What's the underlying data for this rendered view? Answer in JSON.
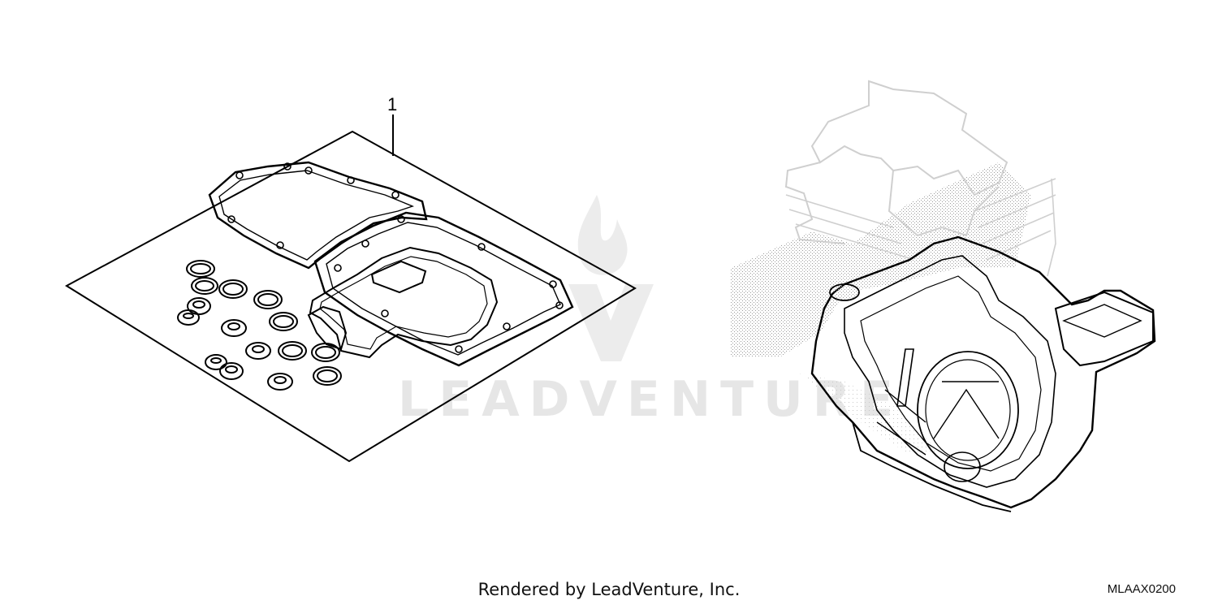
{
  "diagram": {
    "callouts": [
      {
        "id": "1",
        "label": "1"
      }
    ],
    "watermark": "LEADVENTURE",
    "footer_credit": "Rendered by LeadVenture, Inc.",
    "diagram_code": "MLAAX0200"
  },
  "colors": {
    "line": "#000000",
    "watermark": "#e6e6e6",
    "stipple": "#9a9a9a"
  }
}
